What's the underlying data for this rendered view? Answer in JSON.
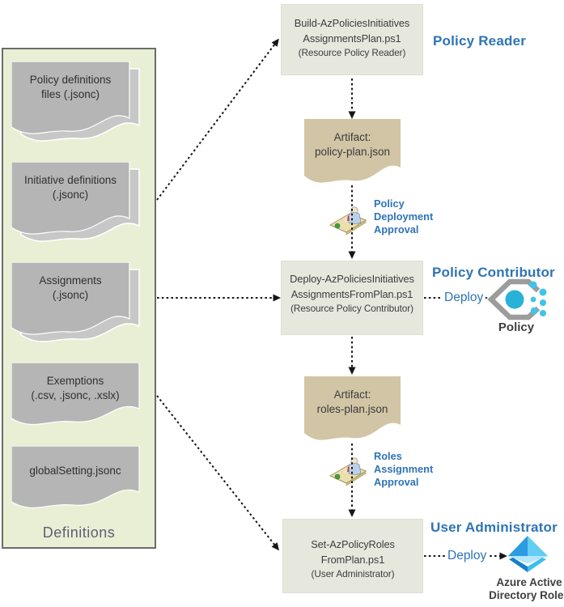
{
  "panel": {
    "title": "Definitions",
    "documents": [
      {
        "line1": "Policy definitions",
        "line2": "files (.jsonc)"
      },
      {
        "line1": "Initiative definitions",
        "line2": "(.jsonc)"
      },
      {
        "line1": "Assignments",
        "line2": "(.jsonc)"
      },
      {
        "line1": "Exemptions",
        "line2": "(.csv, .jsonc, .xslx)"
      },
      {
        "line1": "globalSetting.jsonc",
        "line2": ""
      }
    ]
  },
  "scripts": [
    {
      "line1": "Build-AzPoliciesInitiatives",
      "line2": "AssignmentsPlan.ps1",
      "line3": "(Resource Policy Reader)",
      "role": "Policy Reader"
    },
    {
      "line1": "Deploy-AzPoliciesInitiatives",
      "line2": "AssignmentsFromPlan.ps1",
      "line3": "(Resource Policy Contributor)",
      "role": "Policy Contributor"
    },
    {
      "line1": "Set-AzPolicyRoles",
      "line2": "FromPlan.ps1",
      "line3": "(User Administrator)",
      "role": "User Administrator"
    }
  ],
  "artifacts": [
    {
      "line1": "Artifact:",
      "line2": "policy-plan.json"
    },
    {
      "line1": "Artifact:",
      "line2": "roles-plan.json"
    }
  ],
  "approvals": [
    {
      "line1": "Policy",
      "line2": "Deployment",
      "line3": "Approval"
    },
    {
      "line1": "Roles",
      "line2": "Assignment",
      "line3": "Approval"
    }
  ],
  "deploy": [
    {
      "label": "Deploy"
    },
    {
      "label": "Deploy"
    }
  ],
  "targets": {
    "policy": {
      "label": "Policy"
    },
    "aad": {
      "line1": "Azure Active",
      "line2": "Directory Roles"
    }
  },
  "colors": {
    "accent_blue": "#2e74b5",
    "panel_fill": "#e9efd4",
    "panel_border": "#6b6b6b",
    "document_gray": "#b5b5b5",
    "artifact_tan": "#d2c5a6",
    "script_box_fill": "#e6e8de",
    "definitions_text": "#5e5e74",
    "policy_icon_gray": "#9c9c9c",
    "policy_icon_cyan": "#28b2d7",
    "aad_blue_dark": "#1580c8",
    "aad_blue_light": "#5cc9f1"
  }
}
